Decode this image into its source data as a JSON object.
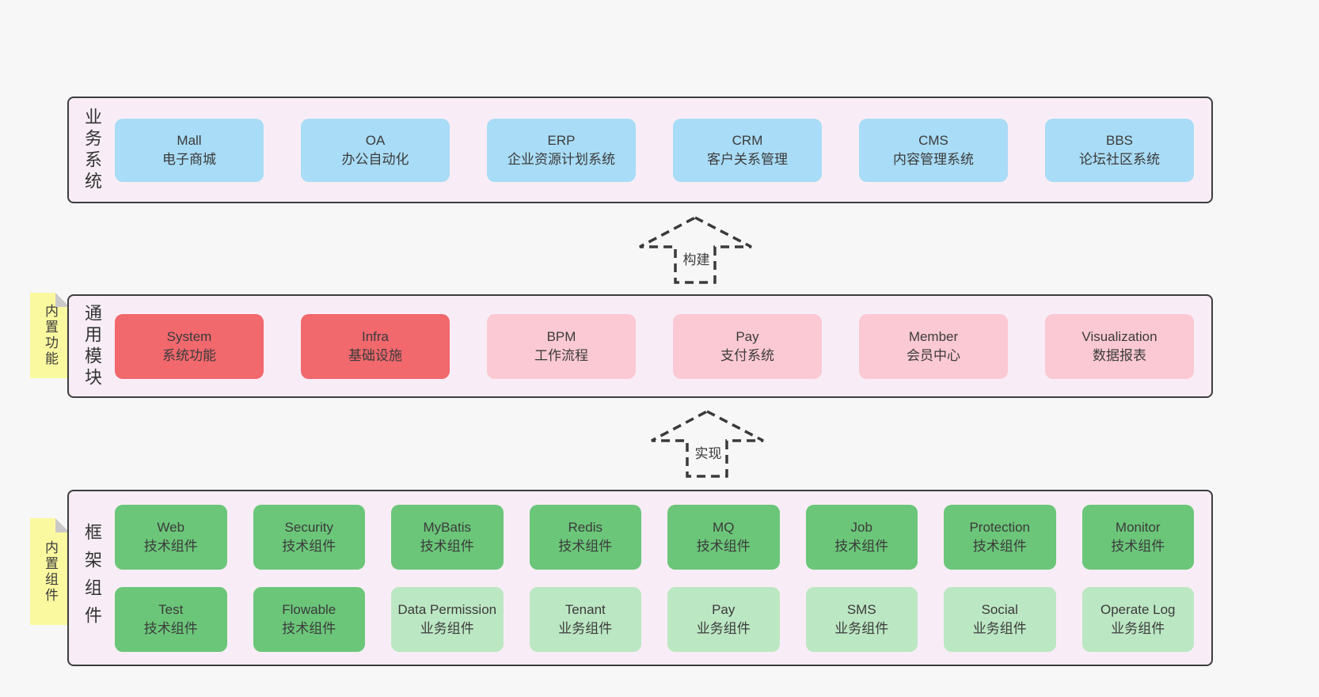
{
  "palette": {
    "page_bg": "#f7f7f7",
    "band_bg": "#f8edf6",
    "band_border": "#3d3d3d",
    "blue": "#a9dcf6",
    "red": "#f1686d",
    "pink": "#fbc9d3",
    "green": "#6bc679",
    "green_light": "#bce7c3",
    "note_yellow": "#fbf9a0",
    "note_fold": "#c9c9c9",
    "text": "#3b3b3b"
  },
  "arrows": [
    {
      "label": "构建"
    },
    {
      "label": "实现"
    }
  ],
  "bands": [
    {
      "label": "业务系统",
      "boxes": [
        {
          "title": "Mall",
          "subtitle": "电子商城",
          "color": "blue"
        },
        {
          "title": "OA",
          "subtitle": "办公自动化",
          "color": "blue"
        },
        {
          "title": "ERP",
          "subtitle": "企业资源计划系统",
          "color": "blue"
        },
        {
          "title": "CRM",
          "subtitle": "客户关系管理",
          "color": "blue"
        },
        {
          "title": "CMS",
          "subtitle": "内容管理系统",
          "color": "blue"
        },
        {
          "title": "BBS",
          "subtitle": "论坛社区系统",
          "color": "blue"
        }
      ]
    },
    {
      "label": "通用模块",
      "note": "内置功能",
      "boxes": [
        {
          "title": "System",
          "subtitle": "系统功能",
          "color": "red"
        },
        {
          "title": "Infra",
          "subtitle": "基础设施",
          "color": "red"
        },
        {
          "title": "BPM",
          "subtitle": "工作流程",
          "color": "pink"
        },
        {
          "title": "Pay",
          "subtitle": "支付系统",
          "color": "pink"
        },
        {
          "title": "Member",
          "subtitle": "会员中心",
          "color": "pink"
        },
        {
          "title": "Visualization",
          "subtitle": "数据报表",
          "color": "pink"
        }
      ]
    },
    {
      "label": "框架组件",
      "note": "内置组件",
      "rows": [
        [
          {
            "title": "Web",
            "subtitle": "技术组件",
            "color": "green"
          },
          {
            "title": "Security",
            "subtitle": "技术组件",
            "color": "green"
          },
          {
            "title": "MyBatis",
            "subtitle": "技术组件",
            "color": "green"
          },
          {
            "title": "Redis",
            "subtitle": "技术组件",
            "color": "green"
          },
          {
            "title": "MQ",
            "subtitle": "技术组件",
            "color": "green"
          },
          {
            "title": "Job",
            "subtitle": "技术组件",
            "color": "green"
          },
          {
            "title": "Protection",
            "subtitle": "技术组件",
            "color": "green"
          },
          {
            "title": "Monitor",
            "subtitle": "技术组件",
            "color": "green"
          }
        ],
        [
          {
            "title": "Test",
            "subtitle": "技术组件",
            "color": "green"
          },
          {
            "title": "Flowable",
            "subtitle": "技术组件",
            "color": "green"
          },
          {
            "title": "Data Permission",
            "subtitle": "业务组件",
            "color": "green-light"
          },
          {
            "title": "Tenant",
            "subtitle": "业务组件",
            "color": "green-light"
          },
          {
            "title": "Pay",
            "subtitle": "业务组件",
            "color": "green-light"
          },
          {
            "title": "SMS",
            "subtitle": "业务组件",
            "color": "green-light"
          },
          {
            "title": "Social",
            "subtitle": "业务组件",
            "color": "green-light"
          },
          {
            "title": "Operate Log",
            "subtitle": "业务组件",
            "color": "green-light"
          }
        ]
      ]
    }
  ]
}
